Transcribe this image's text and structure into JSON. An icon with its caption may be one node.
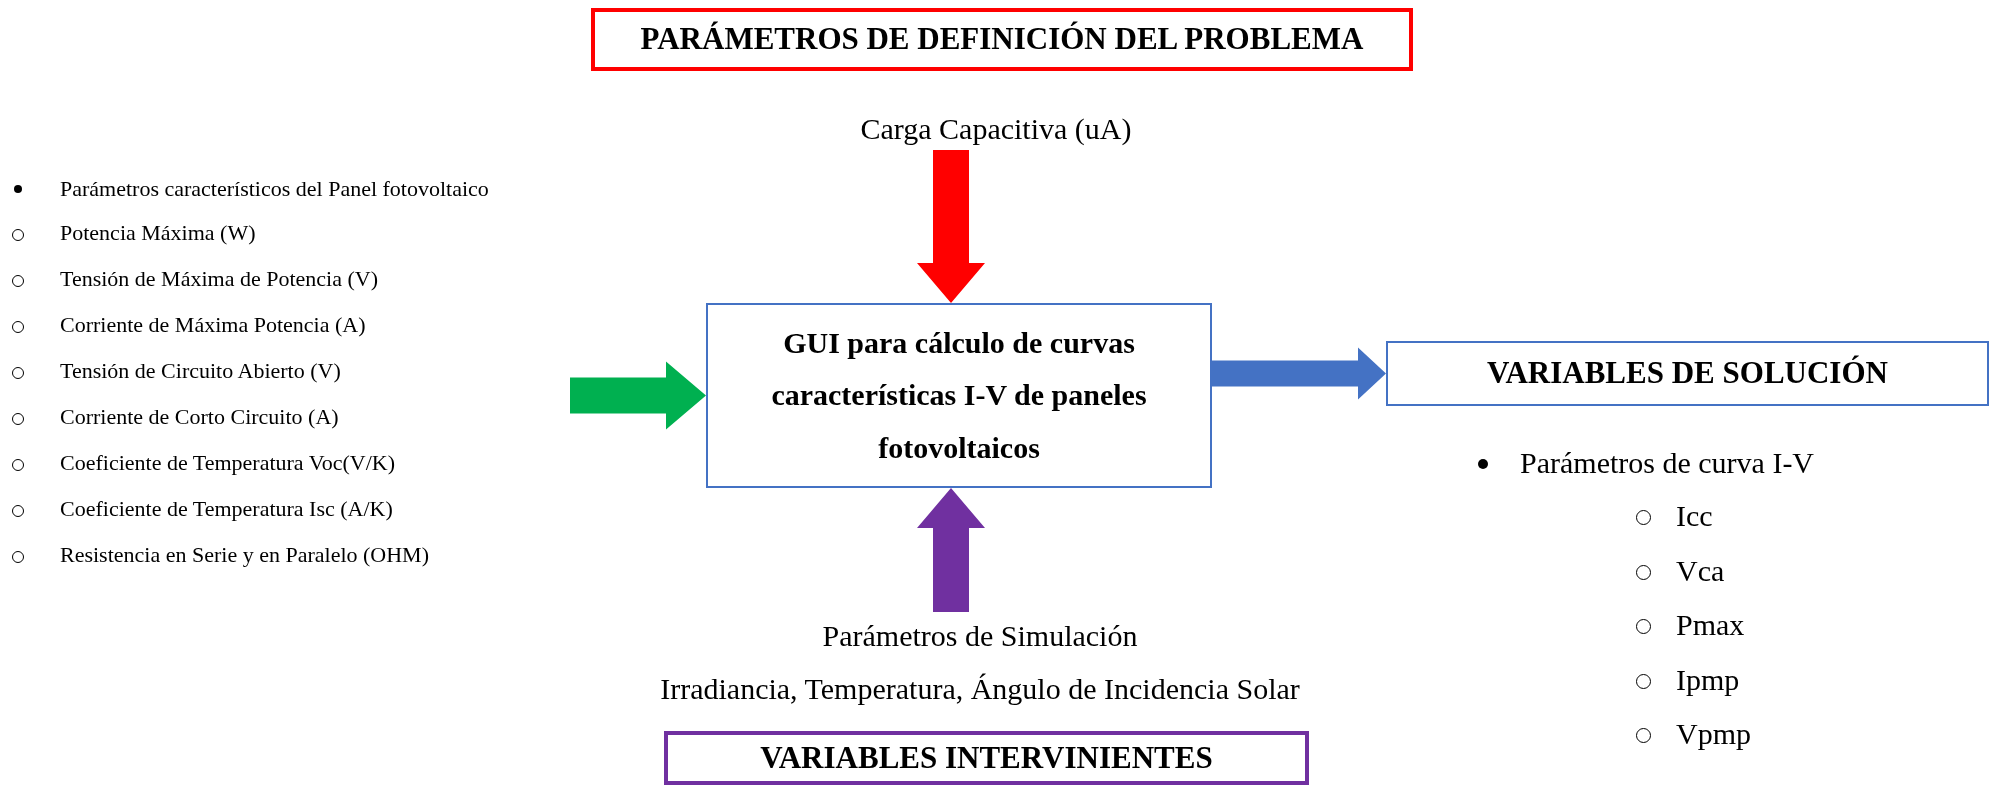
{
  "diagram": {
    "nodes": [
      {
        "text": [
          "PARÁMETROS DE DEFINICIÓN DEL PROBLEMA"
        ]
      },
      {
        "text": [
          "Carga Capacitiva (uA)"
        ]
      },
      {
        "text": [
          "Parámetros característicos del Panel fotovoltaico",
          "Potencia Máxima (W)",
          "Tensión de Máxima de Potencia (V)",
          "Corriente de Máxima Potencia (A)",
          "Tensión de Circuito Abierto (V)",
          "Corriente de Corto Circuito (A)",
          "Coeficiente de Temperatura Voc(V/K)",
          "Coeficiente de Temperatura Isc (A/K)",
          "Resistencia en Serie y en Paralelo (OHM)"
        ]
      },
      {
        "text": [
          "GUI para cálculo de curvas características I-V de paneles fotovoltaicos"
        ]
      },
      {
        "text": [
          "VARIABLES DE SOLUCIÓN"
        ]
      },
      {
        "text": [
          "Parámetros de Simulación",
          "Irradiancia, Temperatura, Ángulo de Incidencia Solar"
        ]
      },
      {
        "text": [
          "VARIABLES INTERVINIENTES"
        ]
      }
    ],
    "edges": [
      {
        "from": 1,
        "to": 3,
        "arrow": "to",
        "style": "thick",
        "color": "#ff0000"
      },
      {
        "from": 2,
        "to": 3,
        "arrow": "to",
        "style": "thick",
        "color": "#00b050"
      },
      {
        "from": 3,
        "to": 4,
        "arrow": "to",
        "style": "thick",
        "color": "#4472c4"
      },
      {
        "from": 5,
        "to": 3,
        "arrow": "to",
        "style": "thick",
        "color": "#7030a0"
      }
    ],
    "labels": [
      "Parámetros de curva I-V",
      "Icc",
      "Vca",
      "Pmax",
      "Ipmp",
      "Vpmp"
    ]
  }
}
